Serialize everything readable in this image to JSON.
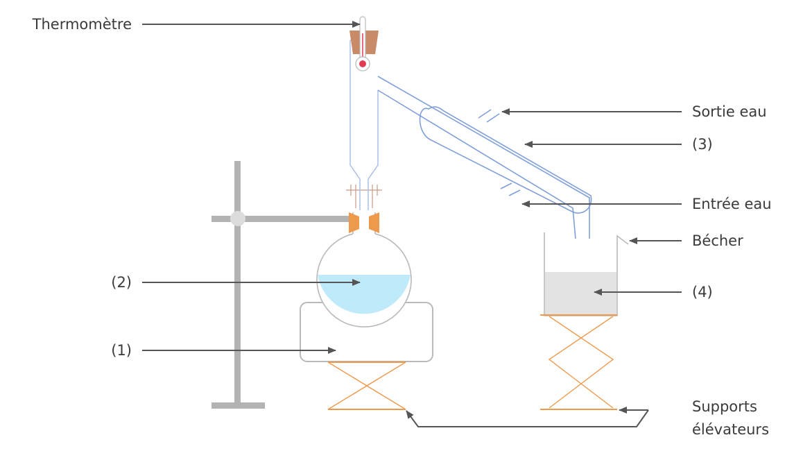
{
  "labels": {
    "thermometer": "Thermomètre",
    "water_out": "Sortie eau",
    "condenser": "(3)",
    "water_in": "Entrée eau",
    "beaker": "Bécher",
    "distillate": "(4)",
    "flask_liquid": "(2)",
    "heater": "(1)",
    "supports_line1": "Supports",
    "supports_line2": "élévateurs"
  },
  "colors": {
    "glass": "#b9b9b9",
    "condenser": "#7f9fd8",
    "flask_liquid": "#bfeafa",
    "distillate": "#e3e3e3",
    "cork": "#c98a68",
    "clamp_stopper": "#ee9a4d",
    "support": "#ee9a4d",
    "stand": "#b3b3b3",
    "thermometer_bulb": "#e23b52",
    "arrow": "#555555"
  }
}
